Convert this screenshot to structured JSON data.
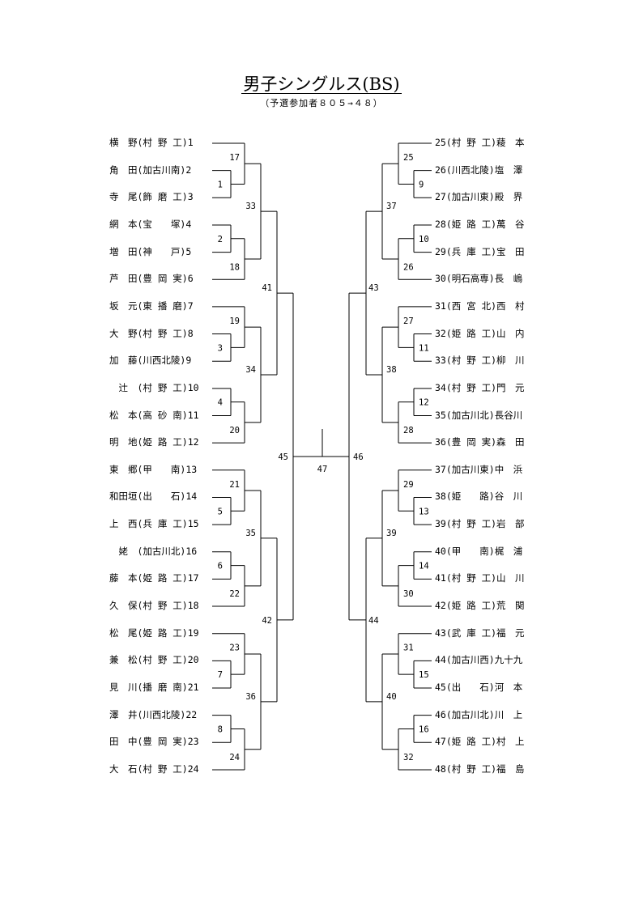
{
  "title": "男子シングルス(BS)",
  "subtitle": "（予選参加者８０５→４８）",
  "left_entries": [
    "横　野(村 野 工)1",
    "角　田(加古川南)2",
    "寺　尾(飾 磨 工)3",
    "網　本(宝　　塚)4",
    "増　田(神　　戸)5",
    "芦　田(豊 岡 実)6",
    "坂　元(東 播 磨)7",
    "大　野(村 野 工)8",
    "加　藤(川西北陵)9",
    "　辻　(村 野 工)10",
    "松　本(高 砂 南)11",
    "明　地(姫 路 工)12",
    "東　郷(甲　　南)13",
    "和田垣(出　　石)14",
    "上　西(兵 庫 工)15",
    "　姥　(加古川北)16",
    "藤　本(姫 路 工)17",
    "久　保(村 野 工)18",
    "松　尾(姫 路 工)19",
    "兼　松(村 野 工)20",
    "見　川(播 磨 南)21",
    "澤　井(川西北陵)22",
    "田　中(豊 岡 実)23",
    "大　石(村 野 工)24"
  ],
  "right_entries": [
    "25(村 野 工)薐　本",
    "26(川西北陵)塩　澤",
    "27(加古川東)殿　界",
    "28(姫 路 工)萬　谷",
    "29(兵 庫 工)宝　田",
    "30(明石高専)長　嶋",
    "31(西 宮 北)西　村",
    "32(姫 路 工)山　内",
    "33(村 野 工)柳　川",
    "34(村 野 工)門　元",
    "35(加古川北)長谷川",
    "36(豊 岡 実)森　田",
    "37(加古川東)中　浜",
    "38(姫　　路)谷　川",
    "39(村 野 工)岩　部",
    "40(甲　　南)梶　浦",
    "41(村 野 工)山　川",
    "42(姫 路 工)荒　関",
    "43(武 庫 工)福　元",
    "44(加古川西)九十九",
    "45(出　　石)河　本",
    "46(加古川北)川　上",
    "47(姫 路 工)村　上",
    "48(村 野 工)福　島"
  ],
  "match_numbers": {
    "m1": "1",
    "m2": "2",
    "m3": "3",
    "m4": "4",
    "m5": "5",
    "m6": "6",
    "m7": "7",
    "m8": "8",
    "m9": "9",
    "m10": "10",
    "m11": "11",
    "m12": "12",
    "m13": "13",
    "m14": "14",
    "m15": "15",
    "m16": "16",
    "m17": "17",
    "m18": "18",
    "m19": "19",
    "m20": "20",
    "m21": "21",
    "m22": "22",
    "m23": "23",
    "m24": "24",
    "m25": "25",
    "m26": "26",
    "m27": "27",
    "m28": "28",
    "m29": "29",
    "m30": "30",
    "m31": "31",
    "m32": "32",
    "m33": "33",
    "m34": "34",
    "m35": "35",
    "m36": "36",
    "m37": "37",
    "m38": "38",
    "m39": "39",
    "m40": "40",
    "m41": "41",
    "m42": "42",
    "m43": "43",
    "m44": "44",
    "m45": "45",
    "m46": "46",
    "m47": "47"
  }
}
